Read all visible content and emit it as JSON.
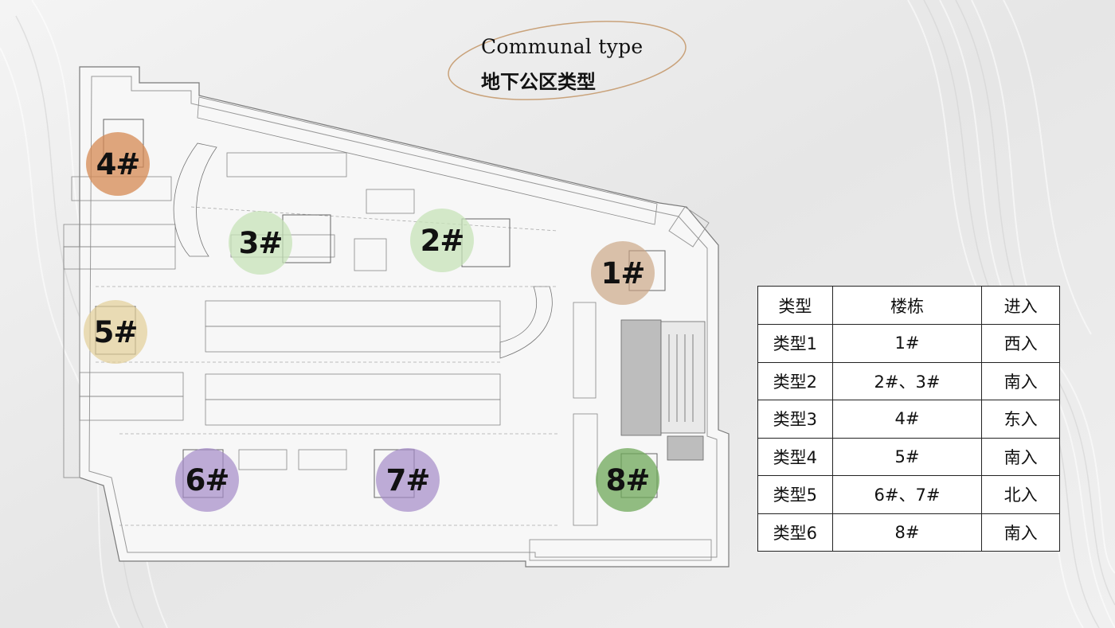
{
  "title": {
    "en": "Communal type",
    "cn": "地下公区类型"
  },
  "markers": [
    {
      "label": "1#",
      "color": "#c9a37f"
    },
    {
      "label": "2#",
      "color": "#c7e3b8"
    },
    {
      "label": "3#",
      "color": "#c7e3b8"
    },
    {
      "label": "4#",
      "color": "#d58a53"
    },
    {
      "label": "5#",
      "color": "#e3cf97"
    },
    {
      "label": "6#",
      "color": "#a48ac8"
    },
    {
      "label": "7#",
      "color": "#a48ac8"
    },
    {
      "label": "8#",
      "color": "#6fa85a"
    }
  ],
  "table": {
    "headers": [
      "类型",
      "楼栋",
      "进入"
    ],
    "rows": [
      [
        "类型1",
        "1#",
        "西入"
      ],
      [
        "类型2",
        "2#、3#",
        "南入"
      ],
      [
        "类型3",
        "4#",
        "东入"
      ],
      [
        "类型4",
        "5#",
        "南入"
      ],
      [
        "类型5",
        "6#、7#",
        "北入"
      ],
      [
        "类型6",
        "8#",
        "南入"
      ]
    ]
  }
}
